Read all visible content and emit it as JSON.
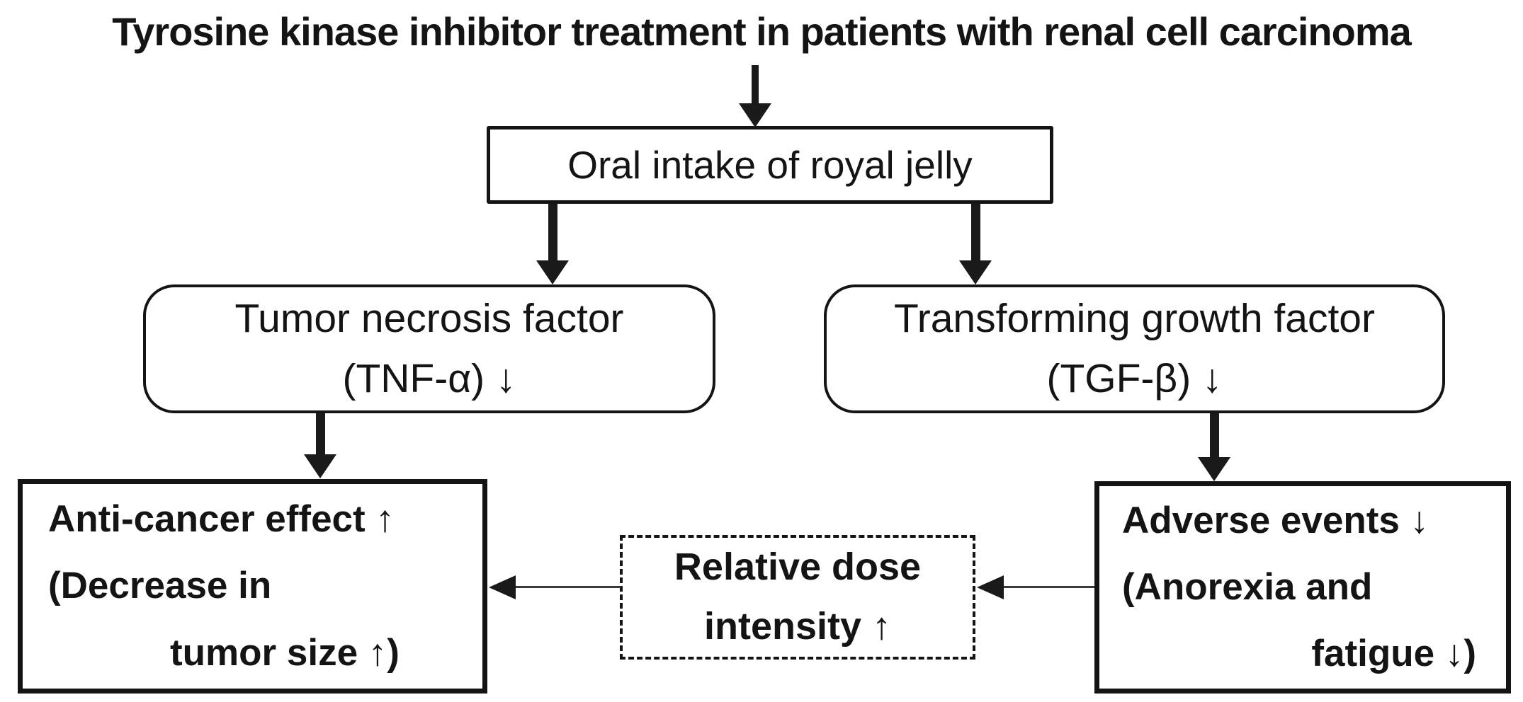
{
  "title": "Tyrosine kinase inhibitor treatment in patients with renal cell carcinoma",
  "boxes": {
    "oral": {
      "label": "Oral intake of royal jelly"
    },
    "tnf": {
      "lines": [
        "Tumor necrosis factor",
        "(TNF-α) ↓"
      ]
    },
    "tgf": {
      "lines": [
        "Transforming growth factor",
        "(TGF-β) ↓"
      ]
    },
    "anticancer": {
      "lines": [
        "Anti-cancer effect ↑",
        "(Decrease in",
        "tumor size ↑)"
      ]
    },
    "rdi": {
      "lines": [
        "Relative dose",
        "intensity ↑"
      ]
    },
    "adverse": {
      "lines": [
        "Adverse events ↓",
        "(Anorexia and",
        "fatigue ↓)"
      ]
    }
  },
  "colors": {
    "ink": "#141414",
    "arrow": "#1a1a1a",
    "thin_line": "#3a3a3a",
    "background": "#ffffff"
  }
}
